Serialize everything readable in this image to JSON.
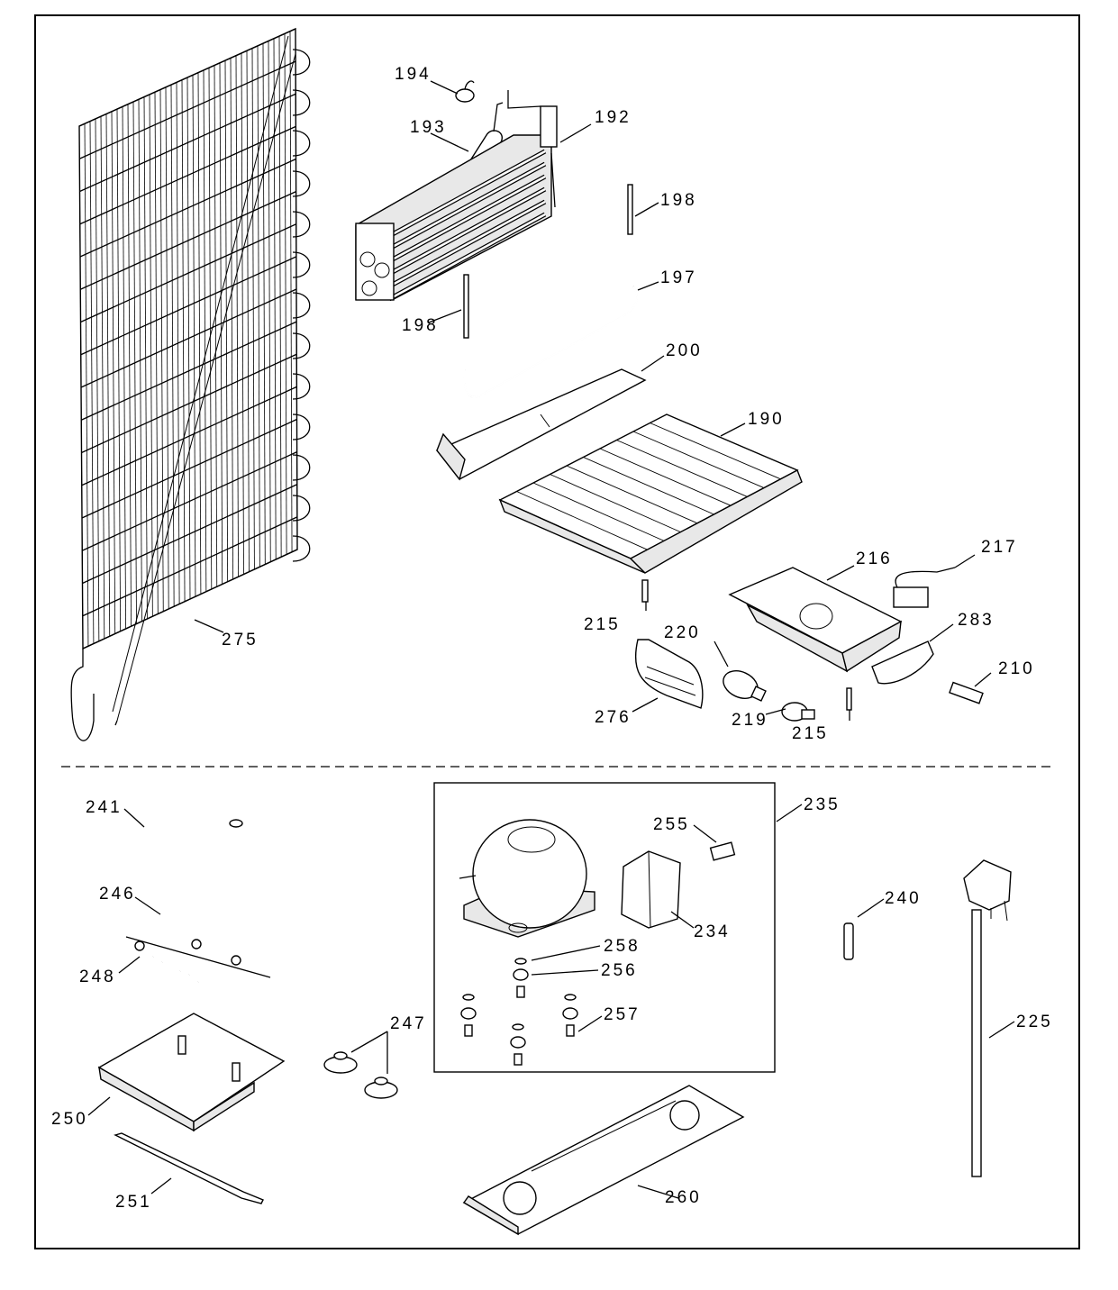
{
  "labels": {
    "p194": "194",
    "p193": "193",
    "p192": "192",
    "p198a": "198",
    "p198b": "198",
    "p197": "197",
    "p200": "200",
    "p190": "190",
    "p275": "275",
    "p216": "216",
    "p217": "217",
    "p215a": "215",
    "p220": "220",
    "p283": "283",
    "p210": "210",
    "p276": "276",
    "p219": "219",
    "p215b": "215",
    "p241": "241",
    "p246": "246",
    "p248": "248",
    "p235": "235",
    "p255": "255",
    "p234": "234",
    "p258": "258",
    "p256": "256",
    "p257": "257",
    "p240": "240",
    "p225": "225",
    "p247": "247",
    "p250": "250",
    "p251": "251",
    "p260": "260"
  }
}
